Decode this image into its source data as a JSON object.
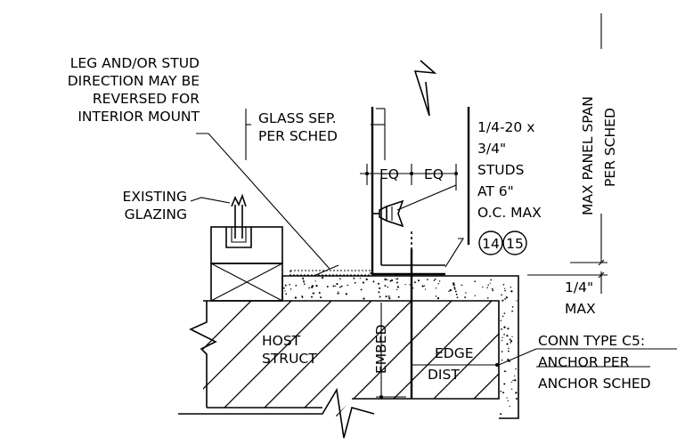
{
  "notes": {
    "leg_stud": [
      "LEG AND/OR STUD",
      "DIRECTION MAY BE",
      "REVERSED FOR",
      "INTERIOR MOUNT"
    ],
    "glass_sep": [
      "GLASS SEP.",
      "PER SCHED"
    ],
    "existing_glazing": [
      "EXISTING",
      "GLAZING"
    ],
    "eq_left": "EQ",
    "eq_right": "EQ",
    "studs": [
      "1/4-20 x",
      "3/4\"",
      "STUDS",
      "AT 6\"",
      "O.C. MAX"
    ],
    "max_panel_span": [
      "MAX PANEL SPAN",
      "PER SCHED"
    ],
    "callout_a": "14",
    "callout_b": "15",
    "gap": [
      "1/4\"",
      "MAX"
    ],
    "host_struct": [
      "HOST",
      "STRUCT"
    ],
    "embed": "EMBED",
    "edge_dist": [
      "EDGE",
      "DIST"
    ],
    "conn_type": [
      "CONN TYPE C5:",
      "ANCHOR PER",
      "ANCHOR SCHED"
    ]
  }
}
